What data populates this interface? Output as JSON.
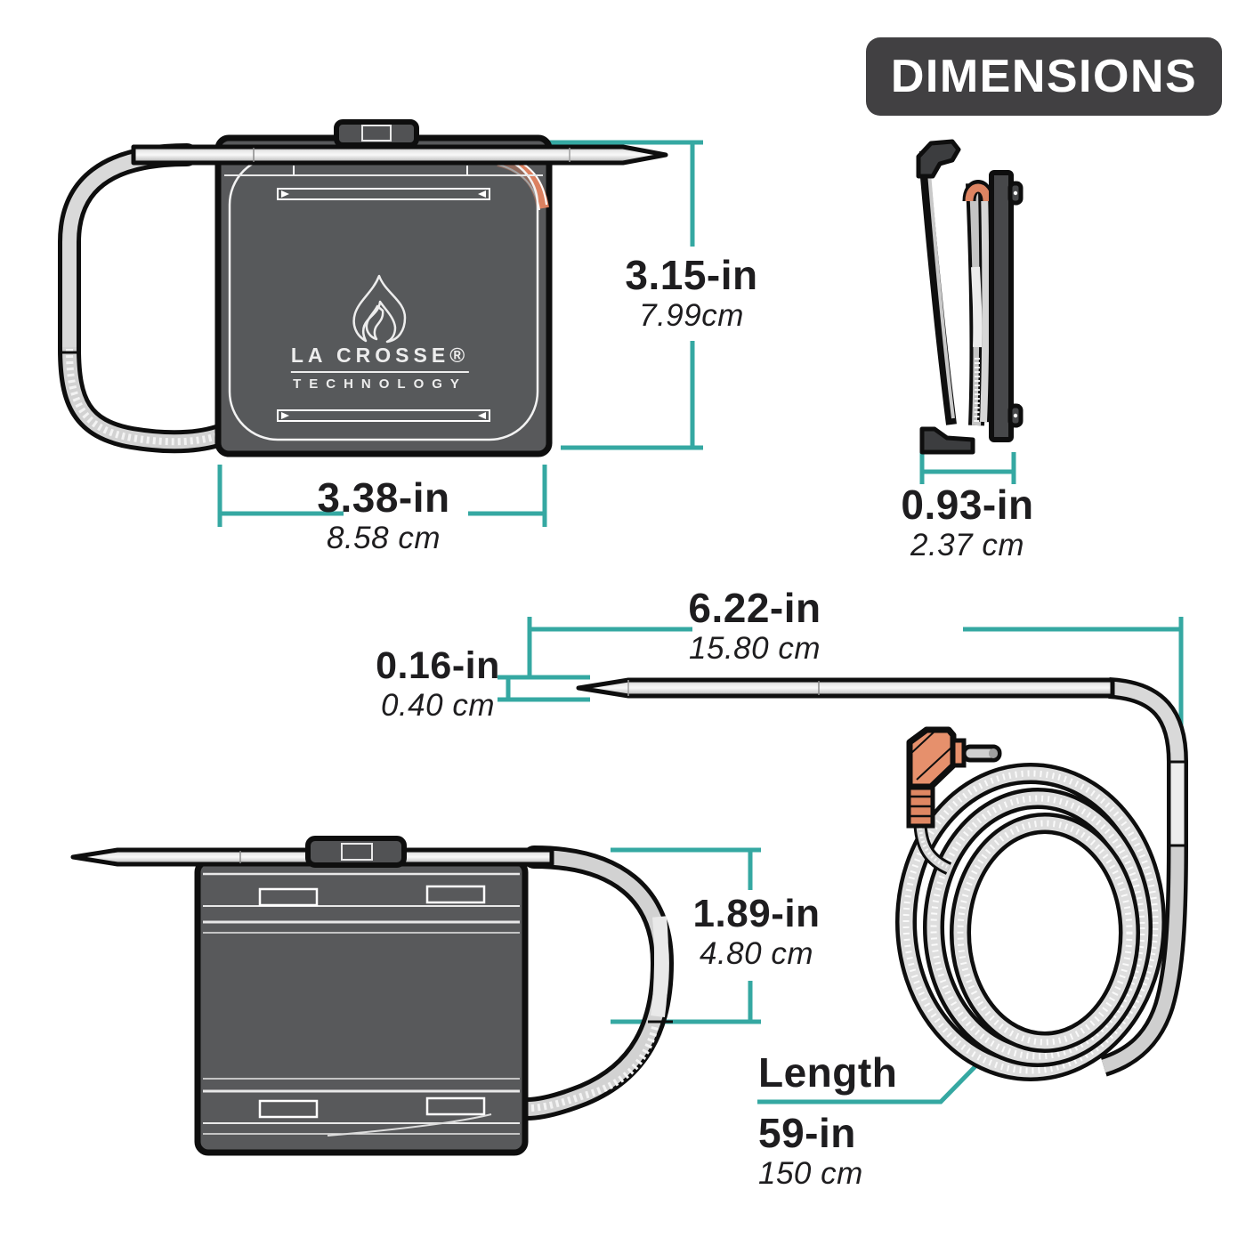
{
  "header": {
    "title": "DIMENSIONS"
  },
  "brand": {
    "name": "LA CROSSE®",
    "sub": "TECHNOLOGY"
  },
  "colors": {
    "accent_teal": "#35a8a2",
    "header_gray": "#414042",
    "case_gray": "#58595b",
    "outline_black": "#0e0e0e",
    "connector_orange": "#e6906c",
    "metal_gray": "#d8d8d8",
    "text_dark": "#1e1d1f"
  },
  "measurements": {
    "height": {
      "value": "3.15-in",
      "metric": "7.99cm"
    },
    "width": {
      "value": "3.38-in",
      "metric": "8.58 cm"
    },
    "depth": {
      "value": "0.93-in",
      "metric": "2.37 cm"
    },
    "probe_length": {
      "value": "6.22-in",
      "metric": "15.80 cm"
    },
    "probe_diameter": {
      "value": "0.16-in",
      "metric": "0.40 cm"
    },
    "loop_height": {
      "value": "1.89-in",
      "metric": "4.80 cm"
    },
    "cable": {
      "label": "Length",
      "value": "59-in",
      "metric": "150 cm"
    }
  }
}
